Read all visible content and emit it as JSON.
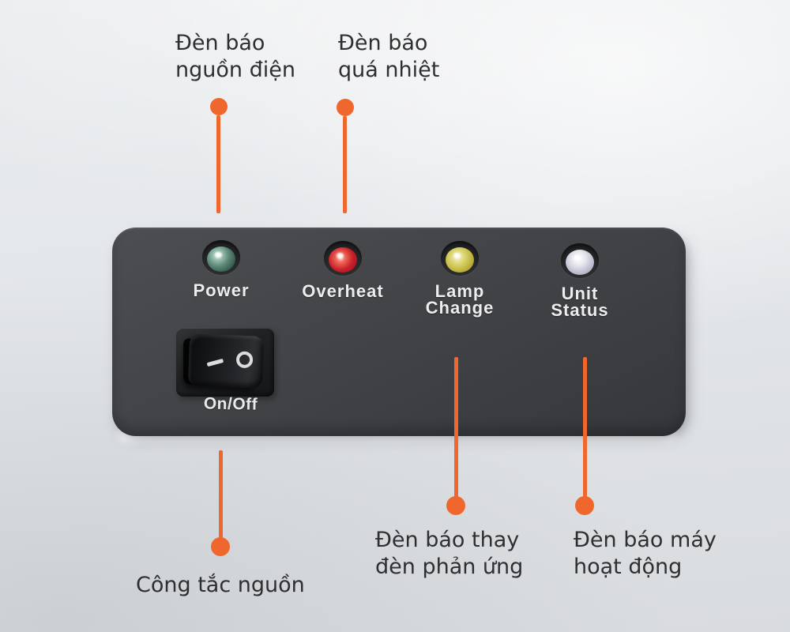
{
  "figure": {
    "description": "Annotated product photo of an appliance control panel with indicator LEDs and a power rocker switch"
  },
  "callouts": {
    "power_light": {
      "line1": "Đèn báo",
      "line2": "nguồn điện"
    },
    "overheat_light": {
      "line1": "Đèn báo",
      "line2": "quá nhiệt"
    },
    "lamp_change_light": {
      "line1": "Đèn báo thay",
      "line2": "đèn phản ứng"
    },
    "unit_status_light": {
      "line1": "Đèn báo máy",
      "line2": "hoạt động"
    },
    "power_switch": {
      "line1": "Công tắc nguồn"
    }
  },
  "panel": {
    "indicators": [
      {
        "name": "power",
        "label": "Power",
        "led_color": "#5d8877"
      },
      {
        "name": "overheat",
        "label": "Overheat",
        "led_color": "#c91f2a"
      },
      {
        "name": "lamp-change",
        "line1": "Lamp",
        "line2": "Change",
        "led_color": "#bdb23b"
      },
      {
        "name": "unit-status",
        "line1": "Unit",
        "line2": "Status",
        "led_color": "#babccd"
      }
    ],
    "switch": {
      "label": "On/Off",
      "on_symbol": "—",
      "off_symbol": "O"
    }
  },
  "colors": {
    "callout_accent": "#f0672d",
    "panel_background": "#3f4145",
    "photo_background": "#e3e6e9",
    "annotation_text": "#2e2f30"
  }
}
